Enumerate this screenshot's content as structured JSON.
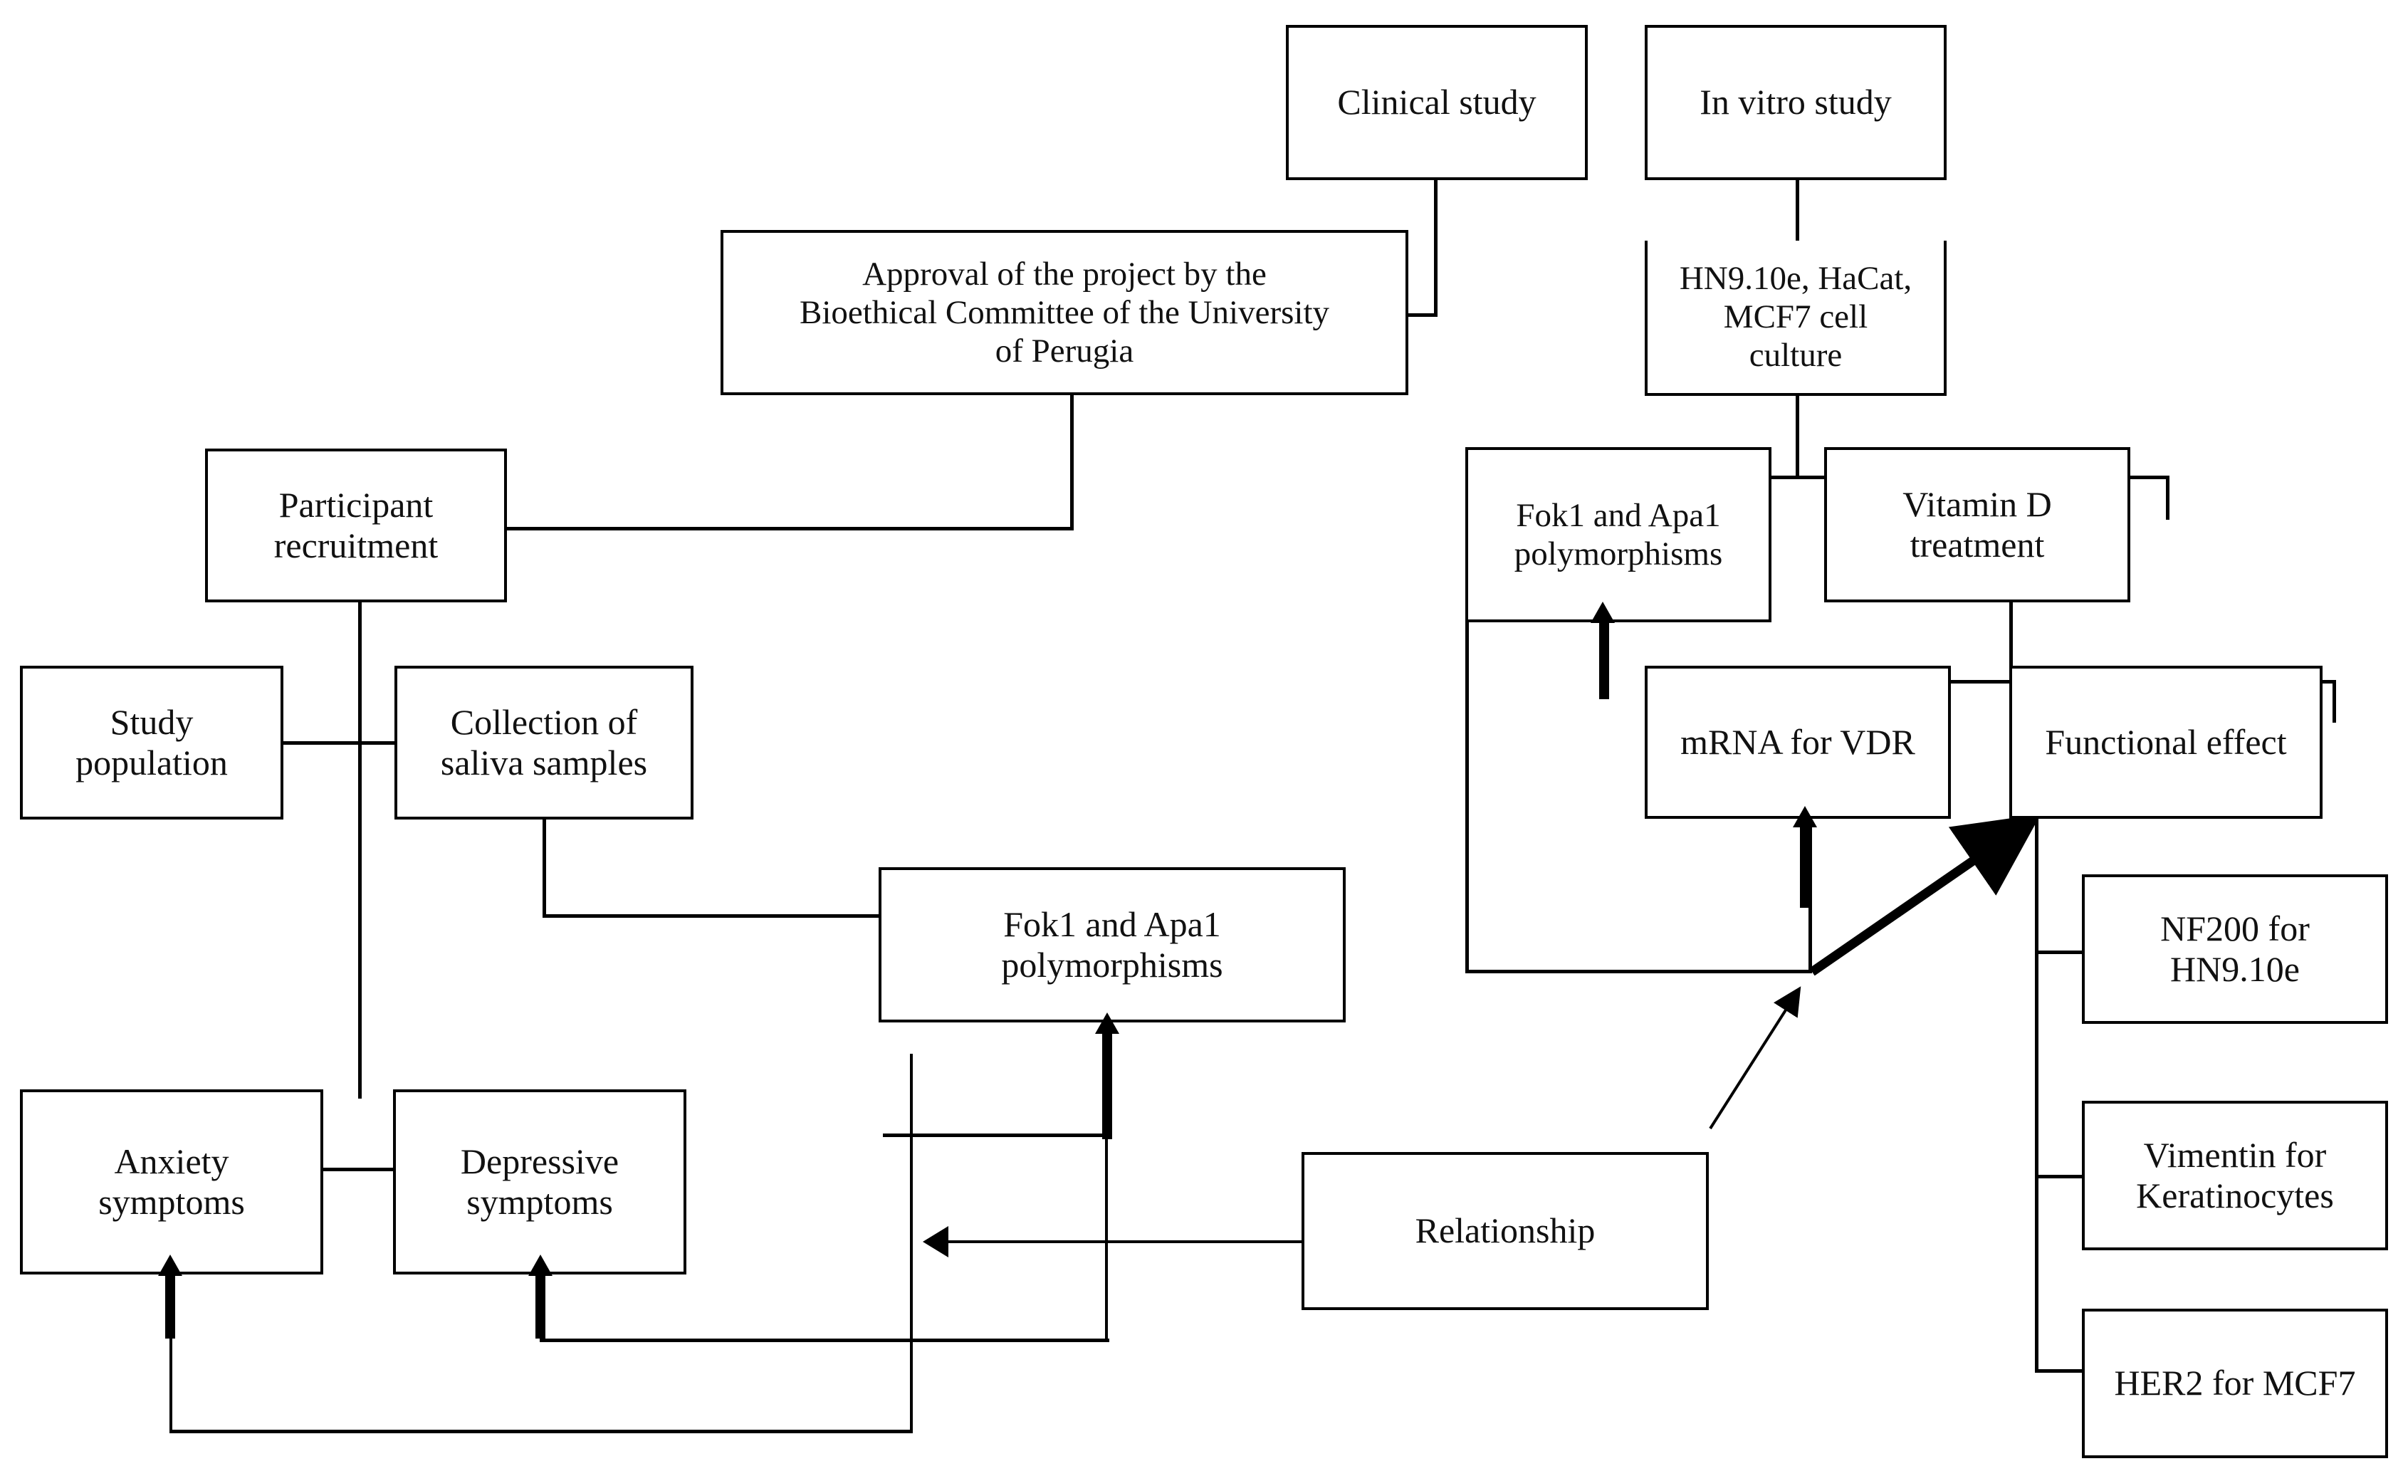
{
  "figure": {
    "type": "flowchart",
    "title": "Study design flowchart",
    "background": "#ffffff",
    "line_color": "#000000"
  },
  "nodes": {
    "clinical_study": "Clinical study",
    "in_vitro_study": "In vitro study",
    "approval": "Approval of the project by the\nBioethical Committee of the University\nof Perugia",
    "cell_culture": "HN9.10e, HaCat,\nMCF7 cell\nculture",
    "participant_recruitment": "Participant\nrecruitment",
    "fok1_apa1_invitro": "Fok1 and Apa1\npolymorphisms",
    "vitamin_d_treatment": "Vitamin D\ntreatment",
    "study_population": "Study\npopulation",
    "collection_saliva": "Collection of\nsaliva samples",
    "mrna_vdr": "mRNA for VDR",
    "functional_effect": "Functional effect",
    "fok1_apa1_clinical": "Fok1 and Apa1\npolymorphisms",
    "nf200": "NF200 for\nHN9.10e",
    "vimentin": "Vimentin for\nKeratinocytes",
    "her2": "HER2 for MCF7",
    "anxiety": "Anxiety\nsymptoms",
    "depressive": "Depressive\nsymptoms",
    "relationship": "Relationship"
  },
  "edges": [
    {
      "from": "clinical_study",
      "to": "approval",
      "style": "orthogonal-plain"
    },
    {
      "from": "in_vitro_study",
      "to": "cell_culture",
      "style": "plain"
    },
    {
      "from": "approval",
      "to": "participant_recruitment",
      "style": "orthogonal-plain"
    },
    {
      "from": "cell_culture",
      "to": "fok1_apa1_invitro",
      "style": "tree-plain"
    },
    {
      "from": "cell_culture",
      "to": "vitamin_d_treatment",
      "style": "tree-plain"
    },
    {
      "from": "vitamin_d_treatment",
      "to": "mrna_vdr",
      "style": "tree-plain"
    },
    {
      "from": "vitamin_d_treatment",
      "to": "functional_effect",
      "style": "tree-plain"
    },
    {
      "from": "participant_recruitment",
      "to": "study_population",
      "style": "orthogonal-plain"
    },
    {
      "from": "participant_recruitment",
      "to": "collection_saliva",
      "style": "orthogonal-plain"
    },
    {
      "from": "participant_recruitment",
      "to": "anxiety",
      "style": "orthogonal-plain"
    },
    {
      "from": "participant_recruitment",
      "to": "depressive",
      "style": "orthogonal-plain"
    },
    {
      "from": "collection_saliva",
      "to": "fok1_apa1_clinical",
      "style": "orthogonal-plain"
    },
    {
      "from": "functional_effect",
      "to": "nf200",
      "style": "tree-plain"
    },
    {
      "from": "functional_effect",
      "to": "vimentin",
      "style": "tree-plain"
    },
    {
      "from": "functional_effect",
      "to": "her2",
      "style": "tree-plain"
    },
    {
      "from": "junction_invitro",
      "to": "mrna_vdr",
      "style": "thick-arrow-up"
    },
    {
      "from": "junction_invitro",
      "to": "fok1_apa1_invitro",
      "style": "thick-arrow-up"
    },
    {
      "from": "junction_invitro",
      "to": "functional_effect",
      "style": "thick-arrow-diagonal"
    },
    {
      "from": "relationship",
      "to": "junction_invitro",
      "style": "thin-arrow-diagonal"
    },
    {
      "from": "relationship",
      "to": "anxiety_depressive_branch",
      "style": "thin-arrow-left"
    },
    {
      "from": "anxiety",
      "to": "fok1_apa1_clinical",
      "style": "thick-arrow-up"
    },
    {
      "from": "depressive",
      "to": "fok1_apa1_clinical",
      "style": "thick-arrow-up"
    },
    {
      "from": "clinical_branch",
      "to": "anxiety",
      "style": "thick-arrow-up"
    },
    {
      "from": "clinical_branch",
      "to": "depressive",
      "style": "thick-arrow-up"
    }
  ]
}
